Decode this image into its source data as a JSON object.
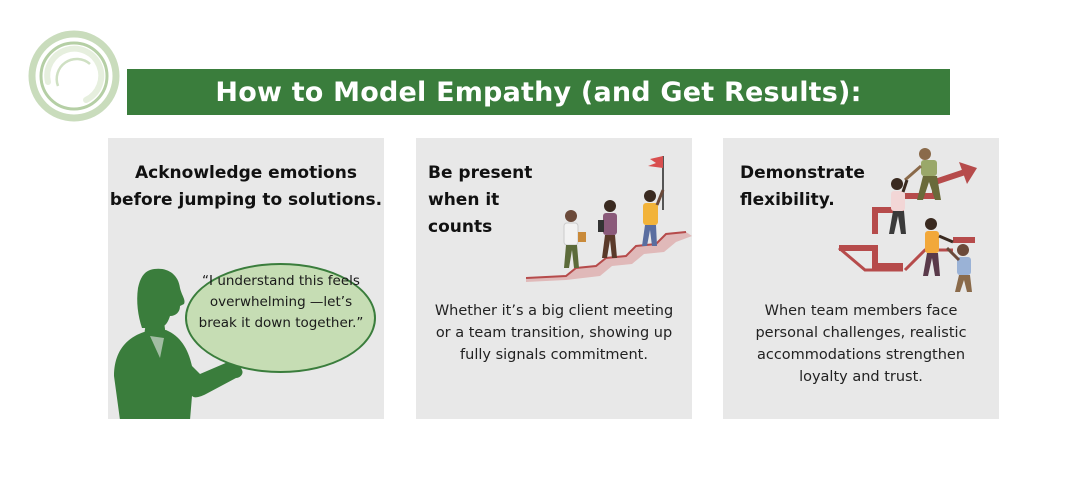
{
  "header": {
    "title": "How to Model Empathy (and Get Results):"
  },
  "cards": [
    {
      "title": "Acknowledge emotions before jumping to solutions.",
      "quote": "“I understand this feels overwhelming —let’s break it down together.”"
    },
    {
      "title": "Be present when it counts",
      "body": "Whether it’s a big client meeting or a team transition, showing up fully signals commitment."
    },
    {
      "title": "Demonstrate flexibility.",
      "body": "When team members face personal challenges, realistic accommodations strengthen loyalty and trust."
    }
  ],
  "colors": {
    "brand_green": "#3a7d3c",
    "light_green": "#c6ddb4",
    "card_gray": "#e8e8e8",
    "accent_red": "#b64b4b"
  },
  "icons": {
    "logo": "circle-swirl-logo",
    "card1": "speaking-person-silhouette-icon",
    "card2": "climbing-stairs-flag-icon",
    "card3": "helping-hand-climb-icon"
  }
}
